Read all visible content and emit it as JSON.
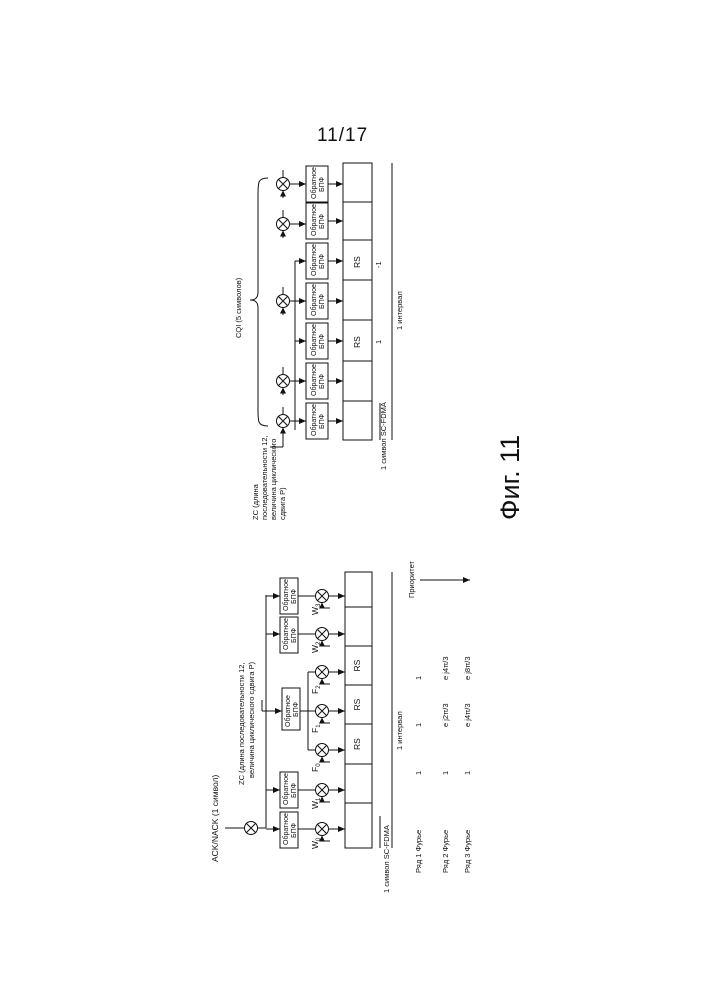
{
  "page_number": "11/17",
  "figure_label": "Фиг. 11",
  "ack": {
    "title": "ACK/NACK (1 символ)",
    "zc_label": [
      "ZC (длина последовательности 12,",
      "величина циклического сдвига P)"
    ],
    "block_line1": "Обратное",
    "block_line2": "БПФ",
    "rs_label": "RS",
    "w_labels": [
      "W0",
      "W1",
      "W2",
      "W3"
    ],
    "f_labels": [
      "F0",
      "F1",
      "F2"
    ],
    "symbol_label": "1 символ SC-FDMA",
    "interval_label": "1 интервал",
    "priority_label": "Приоритет",
    "fourier_rows": [
      {
        "name": "Ряд 1 Фурье",
        "values": [
          "1",
          "1",
          "1"
        ]
      },
      {
        "name": "Ряд 2 Фурье",
        "values": [
          "1",
          "e j2π/3",
          "e j4π/3"
        ]
      },
      {
        "name": "Ряд 3 Фурье",
        "values": [
          "1",
          "e j4π/3",
          "e j8π/3"
        ]
      }
    ]
  },
  "cqi": {
    "title": "CQI (5 символов)",
    "zc_label": [
      "ZC (длина",
      "последовательности 12,",
      "величина циклического",
      "сдвига P)"
    ],
    "block_line1": "Обратное",
    "block_line2": "БПФ",
    "rs_label": "RS",
    "rs_values": [
      "1",
      "-1"
    ],
    "symbol_label": "1 символ SC-FDMA",
    "interval_label": "1 интервал"
  }
}
